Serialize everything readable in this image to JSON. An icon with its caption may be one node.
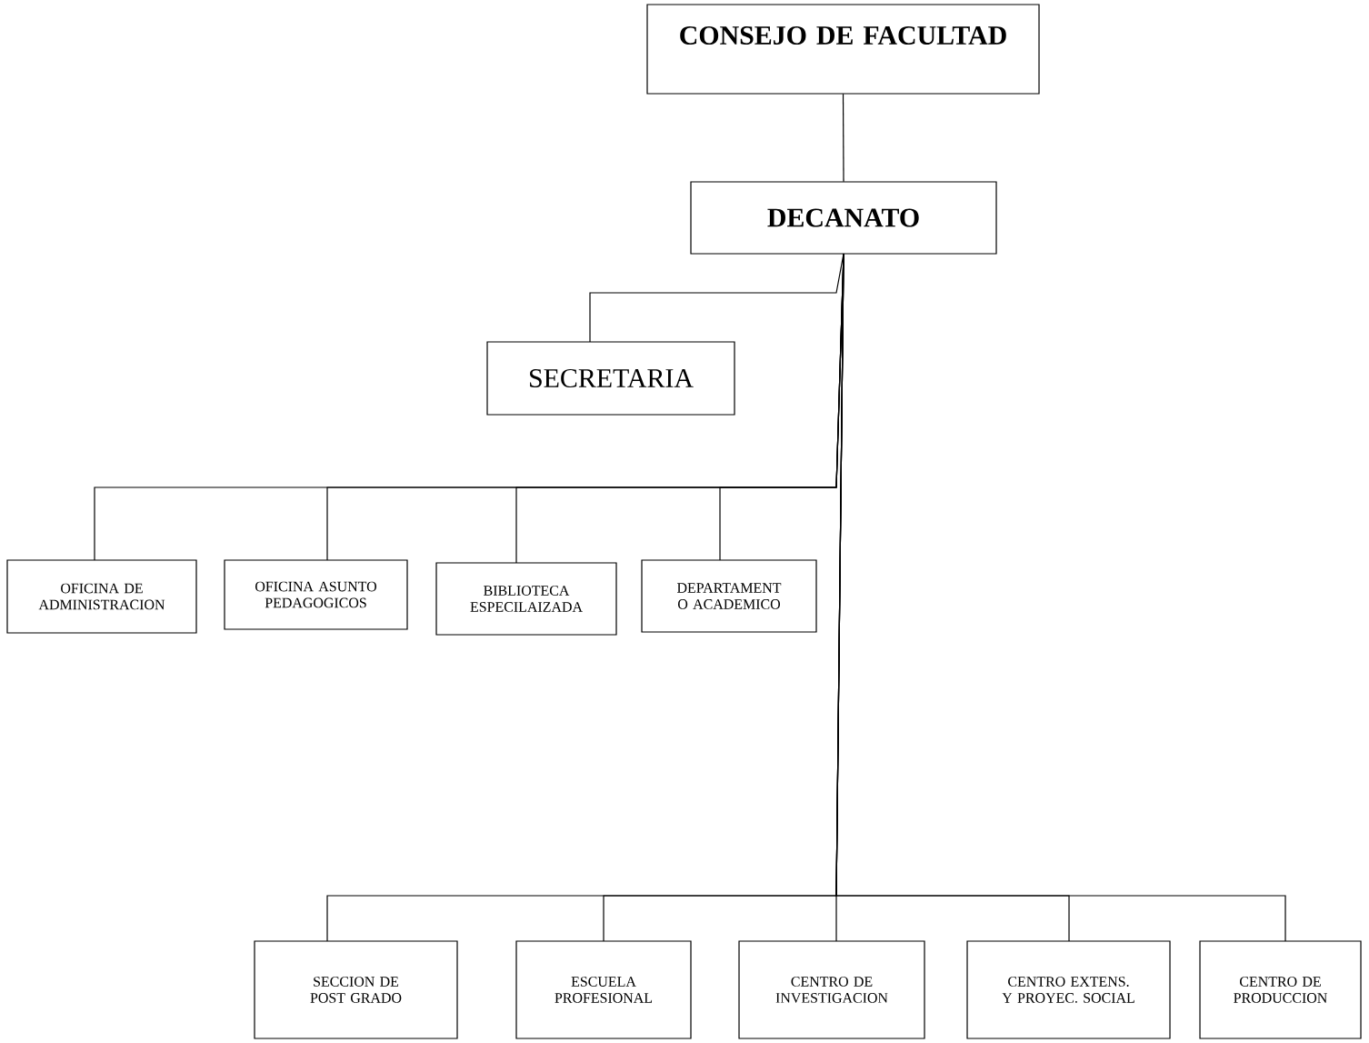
{
  "diagram": {
    "nodes": [
      {
        "text": [
          "CONSEJO DE FACULTAD"
        ]
      },
      {
        "text": [
          "DECANATO"
        ]
      },
      {
        "text": [
          "SECRETARIA"
        ]
      },
      {
        "text": [
          "OFICINA DE ADMINISTRACION"
        ]
      },
      {
        "text": [
          "OFICINA ASUNTO PEDAGOGICOS"
        ]
      },
      {
        "text": [
          "BIBLIOTECA ESPECILAIZADA"
        ]
      },
      {
        "text": [
          "DEPARTAMENT O ACADEMICO"
        ]
      },
      {
        "text": [
          "SECCION DE POST GRADO"
        ]
      },
      {
        "text": [
          "ESCUELA PROFESIONAL"
        ]
      },
      {
        "text": [
          "CENTRO DE INVESTIGACION"
        ]
      },
      {
        "text": [
          "CENTRO EXTENS. Y PROYEC. SOCIAL"
        ]
      },
      {
        "text": [
          "CENTRO DE PRODUCCION"
        ]
      }
    ],
    "edges": [
      {
        "from": 0,
        "to": 1,
        "arrow": "none"
      },
      {
        "from": 1,
        "to": 2,
        "arrow": "none"
      },
      {
        "from": 1,
        "to": 3,
        "arrow": "none"
      },
      {
        "from": 1,
        "to": 4,
        "arrow": "none"
      },
      {
        "from": 1,
        "to": 5,
        "arrow": "none"
      },
      {
        "from": 1,
        "to": 6,
        "arrow": "none"
      },
      {
        "from": 1,
        "to": 7,
        "arrow": "none"
      },
      {
        "from": 1,
        "to": 8,
        "arrow": "none"
      },
      {
        "from": 1,
        "to": 9,
        "arrow": "none"
      },
      {
        "from": 1,
        "to": 10,
        "arrow": "none"
      },
      {
        "from": 1,
        "to": 11,
        "arrow": "none"
      }
    ]
  }
}
